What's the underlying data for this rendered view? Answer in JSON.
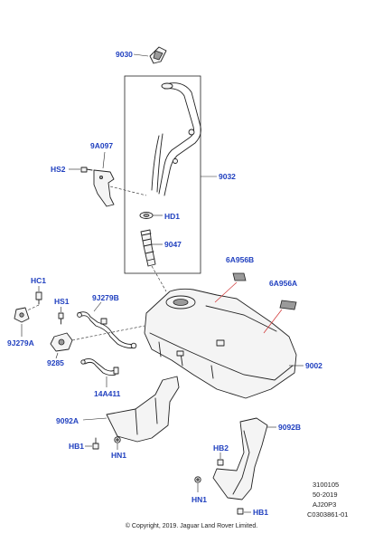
{
  "callouts": {
    "c9030": "9030",
    "c9a097": "9A097",
    "hs2": "HS2",
    "c9032": "9032",
    "hd1": "HD1",
    "c9047": "9047",
    "c6a956b": "6A956B",
    "c6a956a": "6A956A",
    "hc1": "HC1",
    "hs1": "HS1",
    "c9j279b": "9J279B",
    "c9j279a": "9J279A",
    "c9285": "9285",
    "c14a411": "14A411",
    "c9002": "9002",
    "c9092a": "9092A",
    "hb1_left": "HB1",
    "hn1_left": "HN1",
    "c9092b": "9092B",
    "hb2": "HB2",
    "hn1_right": "HN1",
    "hb1_right": "HB1"
  },
  "meta": {
    "line1": "3100105",
    "line2": "50-2019",
    "line3": "AJ20P3",
    "line4": "C0303861-01"
  },
  "copyright": "© Copyright, 2019. Jaguar Land Rover Limited.",
  "colors": {
    "callout": "#1f3fbf",
    "leader_red": "#d03030"
  }
}
